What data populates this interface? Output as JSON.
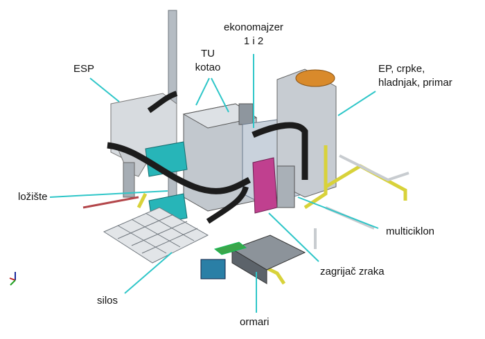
{
  "labels": {
    "esp": "ESP",
    "tu_kotao_1": "TU",
    "tu_kotao_2": "kotao",
    "ekonomajzer_1": "ekonomajzer",
    "ekonomajzer_2": "1 i 2",
    "ep_1": "EP, crpke,",
    "ep_2": "hladnjak, primar",
    "lozista": "ložište",
    "multiciklon": "multiciklon",
    "zagrijac": "zagrijač zraka",
    "silos": "silos",
    "ormari": "ormari"
  },
  "colors": {
    "leader": "#2ec6c8",
    "steel": "#9aa3ad",
    "teal": "#27b5b8",
    "magenta": "#c0408f",
    "orange": "#d98a2b",
    "yellow": "#d8d23a",
    "duct": "#1c1c1c"
  }
}
